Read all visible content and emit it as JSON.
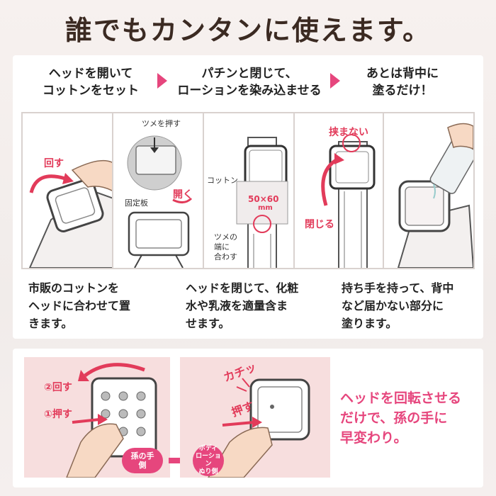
{
  "title": "誰でもカンタンに使えます。",
  "steps": [
    {
      "line1": "ヘッドを開いて",
      "line2": "コットンをセット"
    },
    {
      "line1": "パチンと閉じて、",
      "line2": "ローションを染み込ませる"
    },
    {
      "line1": "あとは背中に",
      "line2": "塗るだけ！"
    }
  ],
  "annotations": {
    "turn": "回す",
    "press_claw": "ツメを押す",
    "open": "開く",
    "fixed_plate": "固定板",
    "cotton": "コットン",
    "cotton_size": "50×60",
    "cotton_unit": "mm",
    "claw_align_1": "ツメの",
    "claw_align_2": "端に",
    "claw_align_3": "合わす",
    "no_pinch": "挟まない",
    "close": "閉じる"
  },
  "descriptions": [
    {
      "l1": "市販のコットンを",
      "l2": "ヘッドに合わせて置",
      "l3": "きます。"
    },
    {
      "l1": "ヘッドを閉じて、化粧",
      "l2": "水や乳液を適量含ま",
      "l3": "せます。"
    },
    {
      "l1": "持ち手を持って、背中",
      "l2": "など届かない部分に",
      "l3": "塗ります。"
    }
  ],
  "bottom": {
    "turn2": "②回す",
    "press1": "①押す",
    "click": "カチッ",
    "press": "押す",
    "grandchild_side_1": "孫の手",
    "grandchild_side_2": "側",
    "body_lotion_1": "ボディ",
    "body_lotion_2": "ローション",
    "body_lotion_3": "ぬり側",
    "message_1": "ヘッドを回転させる",
    "message_2": "だけで、孫の手に",
    "message_3": "早変わり。"
  },
  "colors": {
    "accent": "#e6467d",
    "title": "#3b2a22",
    "panel_border": "#d9d2cf",
    "bottom_panel": "#f7dede"
  }
}
